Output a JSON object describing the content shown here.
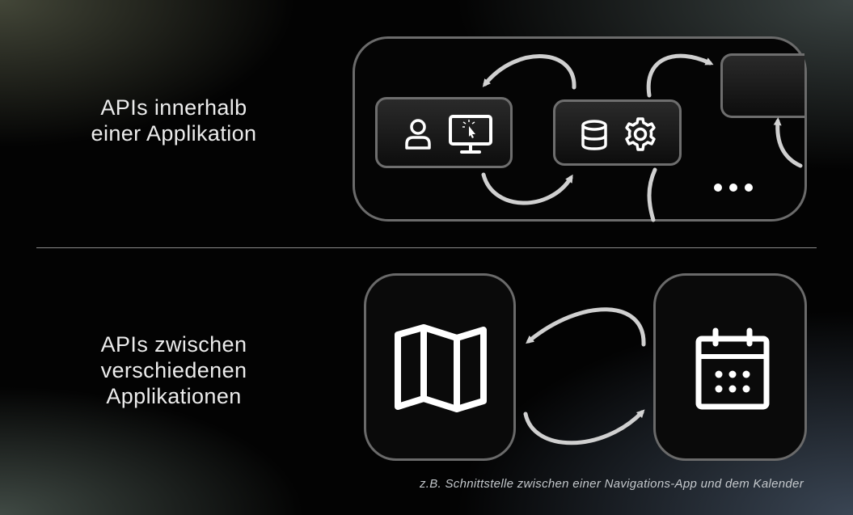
{
  "section_top": {
    "label_lines": [
      "APIs innerhalb",
      "einer Applikation"
    ],
    "icons": [
      "user-icon",
      "monitor-cursor-icon",
      "database-icon",
      "gear-icon",
      "ellipsis-icon"
    ]
  },
  "section_bottom": {
    "label_lines": [
      "APIs zwischen",
      "verschiedenen",
      "Applikationen"
    ],
    "icons": [
      "map-icon",
      "calendar-icon"
    ]
  },
  "caption": "z.B. Schnittstelle zwischen einer Navigations-App und dem Kalender",
  "colors": {
    "background": "#030303",
    "text": "#ececec",
    "frame_border": "#6b6b6b",
    "arrow": "#d0d0d0",
    "caption": "#c4c8cc"
  }
}
